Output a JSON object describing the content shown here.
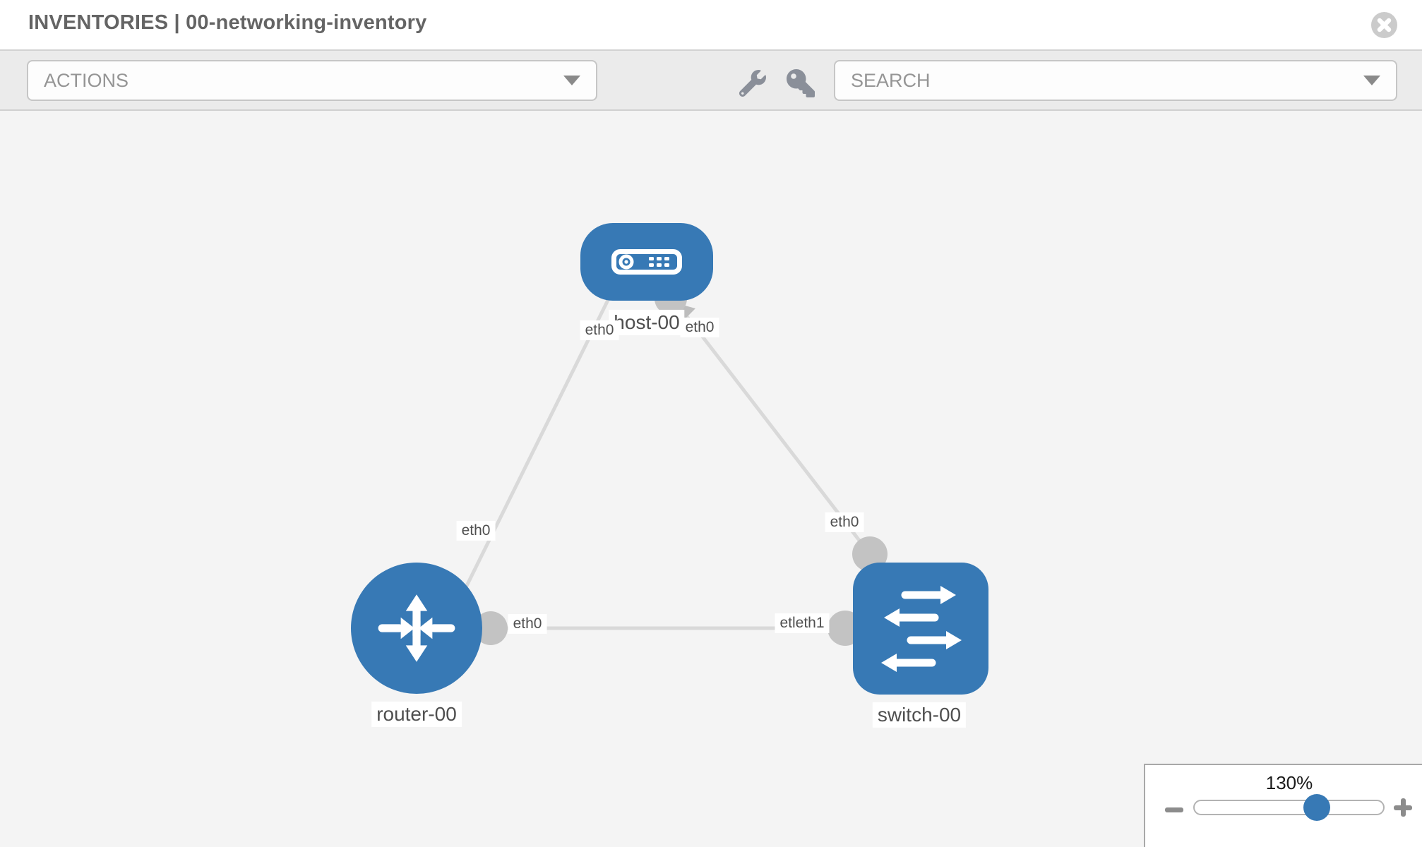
{
  "header": {
    "title": "INVENTORIES | 00-networking-inventory",
    "close_icon": "circle-x"
  },
  "toolbar": {
    "actions_label": "ACTIONS",
    "search_label": "SEARCH",
    "tool_icons": [
      "wrench-icon",
      "key-icon"
    ]
  },
  "topology": {
    "nodes": [
      {
        "label": "host-00",
        "type": "host",
        "icon": "server-icon"
      },
      {
        "label": "router-00",
        "type": "router",
        "icon": "router-arrows-icon"
      },
      {
        "label": "switch-00",
        "type": "switch",
        "icon": "switch-arrows-icon"
      }
    ],
    "links": [
      {
        "from": "host-00",
        "to": "router-00"
      },
      {
        "from": "host-00",
        "to": "switch-00"
      },
      {
        "from": "router-00",
        "to": "switch-00"
      }
    ],
    "iface_labels": [
      {
        "text": "eth0",
        "at": "host-00 left"
      },
      {
        "text": "eth0",
        "at": "host-00 right"
      },
      {
        "text": "eth0",
        "at": "link host-router near router"
      },
      {
        "text": "eth0",
        "at": "link host-switch near switch"
      },
      {
        "text": "eth0",
        "at": "link router-switch near router"
      },
      {
        "text": "etleth1",
        "at": "link router-switch near switch (overlapping labels)"
      }
    ]
  },
  "zoom_control": {
    "level": "130%",
    "value_percent": 130,
    "minus_icon": "minus-icon",
    "plus_icon": "plus-icon"
  },
  "colors": {
    "node_blue": "#3779b5",
    "link_gray": "#d9d9d9",
    "stub_gray": "#c3c3c3",
    "canvas_bg": "#f4f4f4",
    "toolbar_bg": "#ebebeb",
    "title_text": "#646464"
  }
}
